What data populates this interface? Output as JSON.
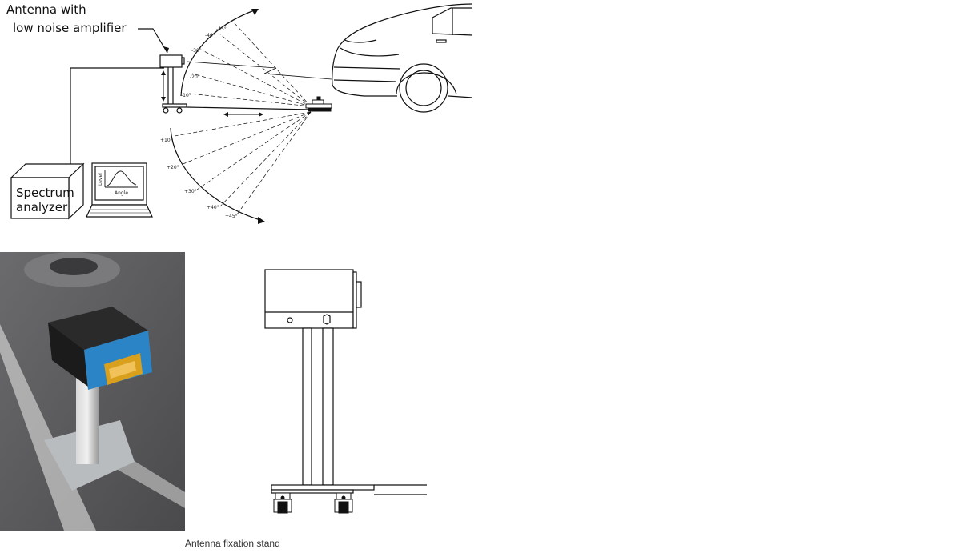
{
  "labels": {
    "antenna_line1": "Antenna with",
    "antenna_line2": "low noise amplifier",
    "analyzer_line1": "Spectrum",
    "analyzer_line2": "analyzer",
    "screen_level": "Level",
    "screen_angle": "Angle"
  },
  "angle_marks": {
    "upper": [
      "-45°",
      "-40°",
      "-30°",
      "-20°",
      "-10°"
    ],
    "lower": [
      "+10°",
      "+20°",
      "+30°",
      "+40°",
      "+45°"
    ]
  },
  "caption": "Antenna fixation stand",
  "colors": {
    "line": "#111111",
    "photo_asphalt": "#58585a",
    "photo_blue": "#2a84c6",
    "photo_amber": "#d9a01e"
  }
}
